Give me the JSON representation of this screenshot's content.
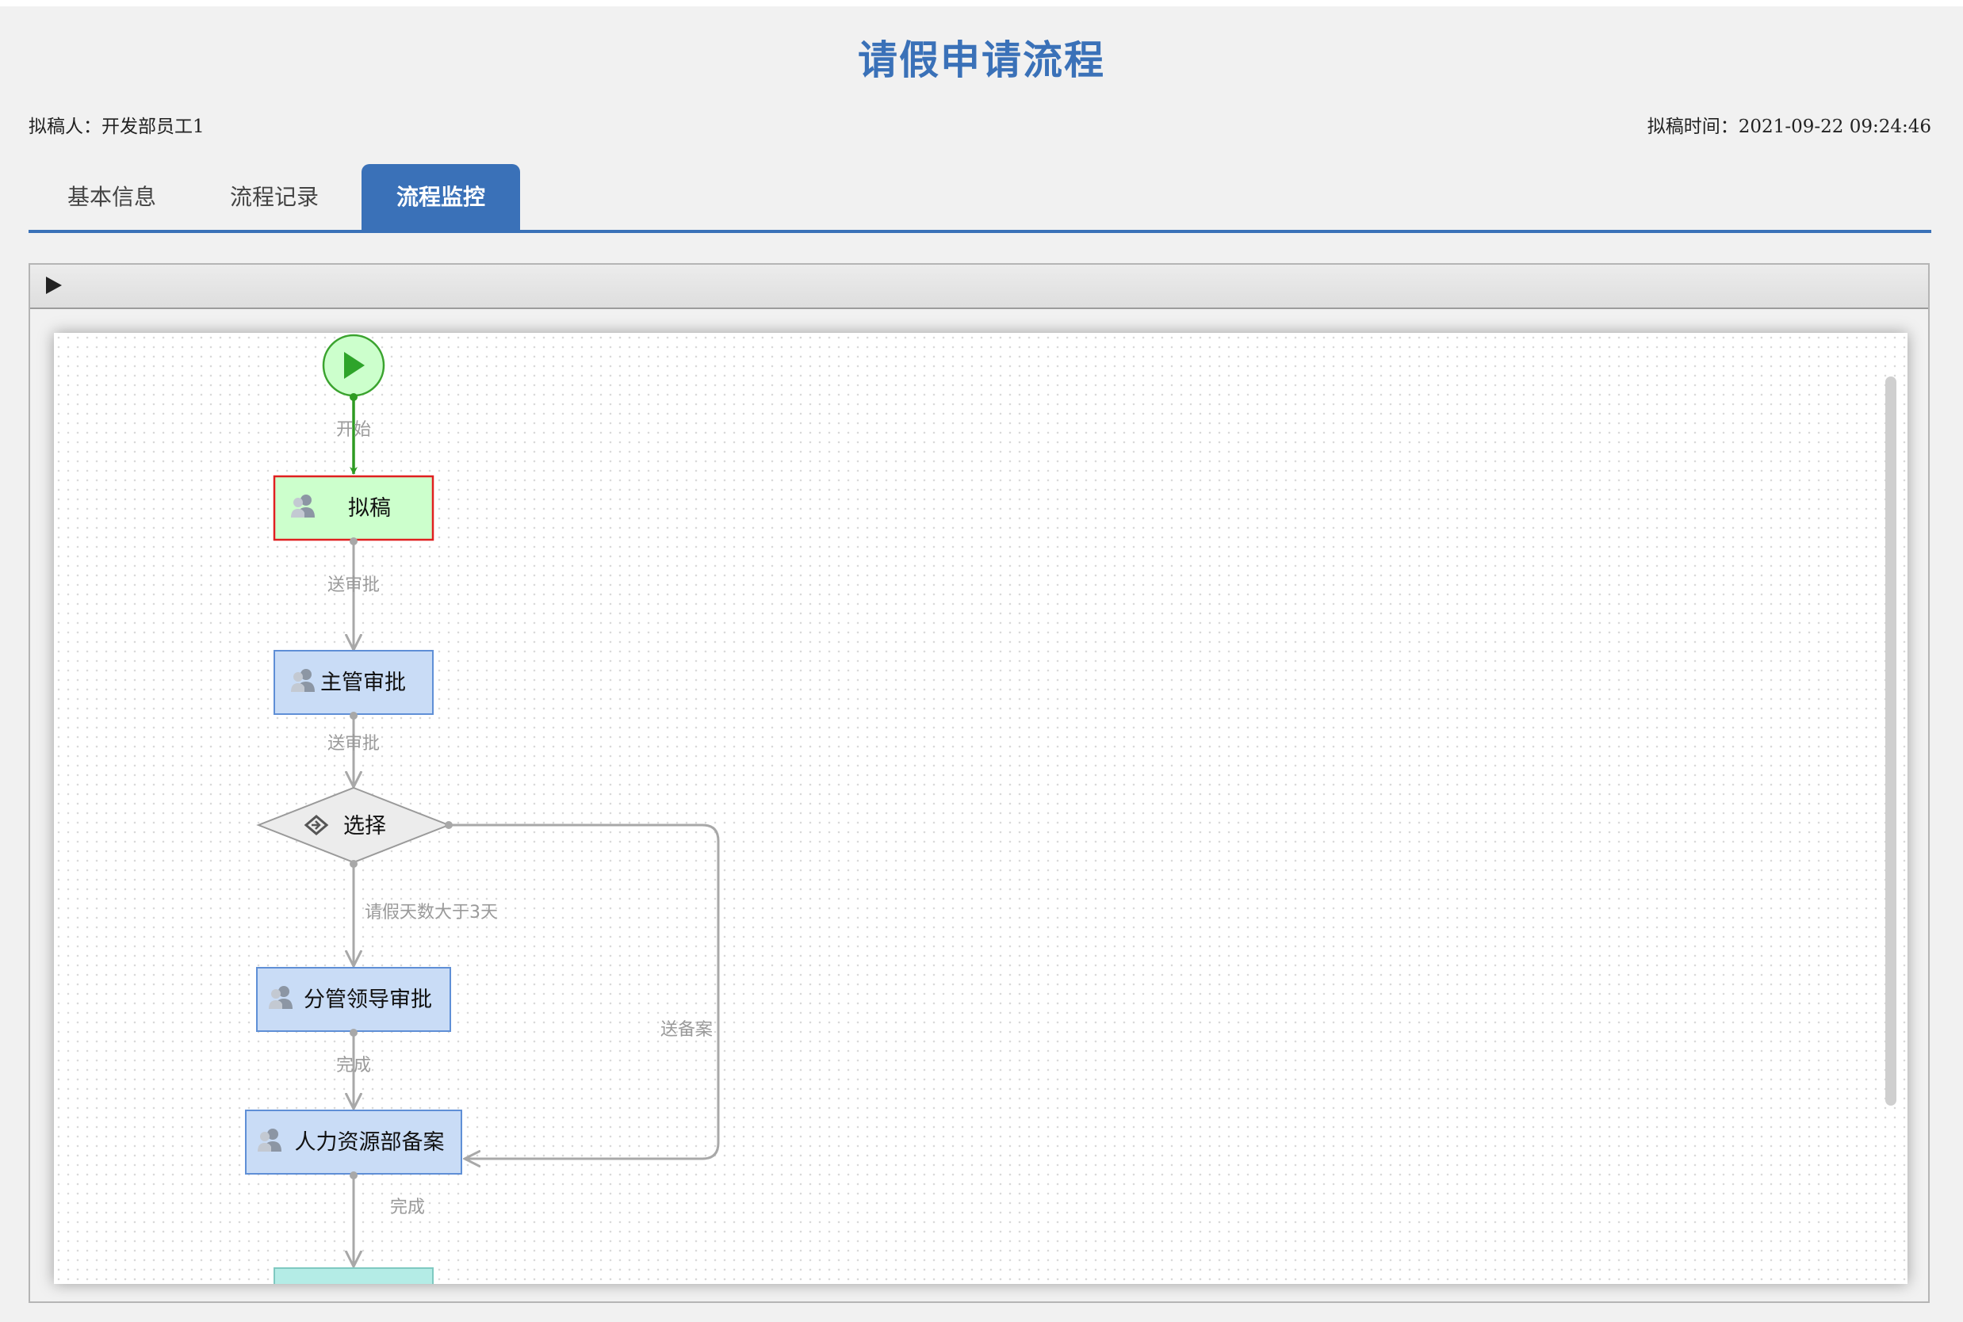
{
  "header": {
    "title": "请假申请流程",
    "drafter_label": "拟稿人：",
    "drafter_value": "开发部员工1",
    "draft_time_label": "拟稿时间：",
    "draft_time_value": "2021-09-22 09:24:46"
  },
  "tabs": [
    {
      "label": "基本信息",
      "active": false
    },
    {
      "label": "流程记录",
      "active": false
    },
    {
      "label": "流程监控",
      "active": true
    }
  ],
  "toolbar": {
    "play_icon": "play-triangle-icon"
  },
  "colors": {
    "accent": "#3a71b8",
    "done_node_fill": "#ccffcc",
    "done_node_border": "#e02020",
    "task_fill": "#c9dcf6",
    "task_border": "#5f8fd6",
    "gateway_fill": "#ececec",
    "end_fill": "#b4ece6",
    "flow_done": "#2e9b22",
    "flow_pending": "#a8a8a8"
  },
  "flow": {
    "start_icon": "start-event-play-icon",
    "nodes": {
      "draft": "拟稿",
      "supervisor": "主管审批",
      "choice": "选择",
      "leader": "分管领导审批",
      "hr": "人力资源部备案"
    },
    "edges": {
      "start_to_draft": "开始",
      "draft_to_supervisor": "送审批",
      "supervisor_to_choice": "送审批",
      "choice_to_leader": "请假天数大于3天",
      "choice_to_hr": "送备案",
      "leader_to_hr": "完成",
      "hr_to_end": "完成"
    },
    "task_icon": "user-group-icon",
    "gateway_icon": "gateway-route-icon"
  }
}
